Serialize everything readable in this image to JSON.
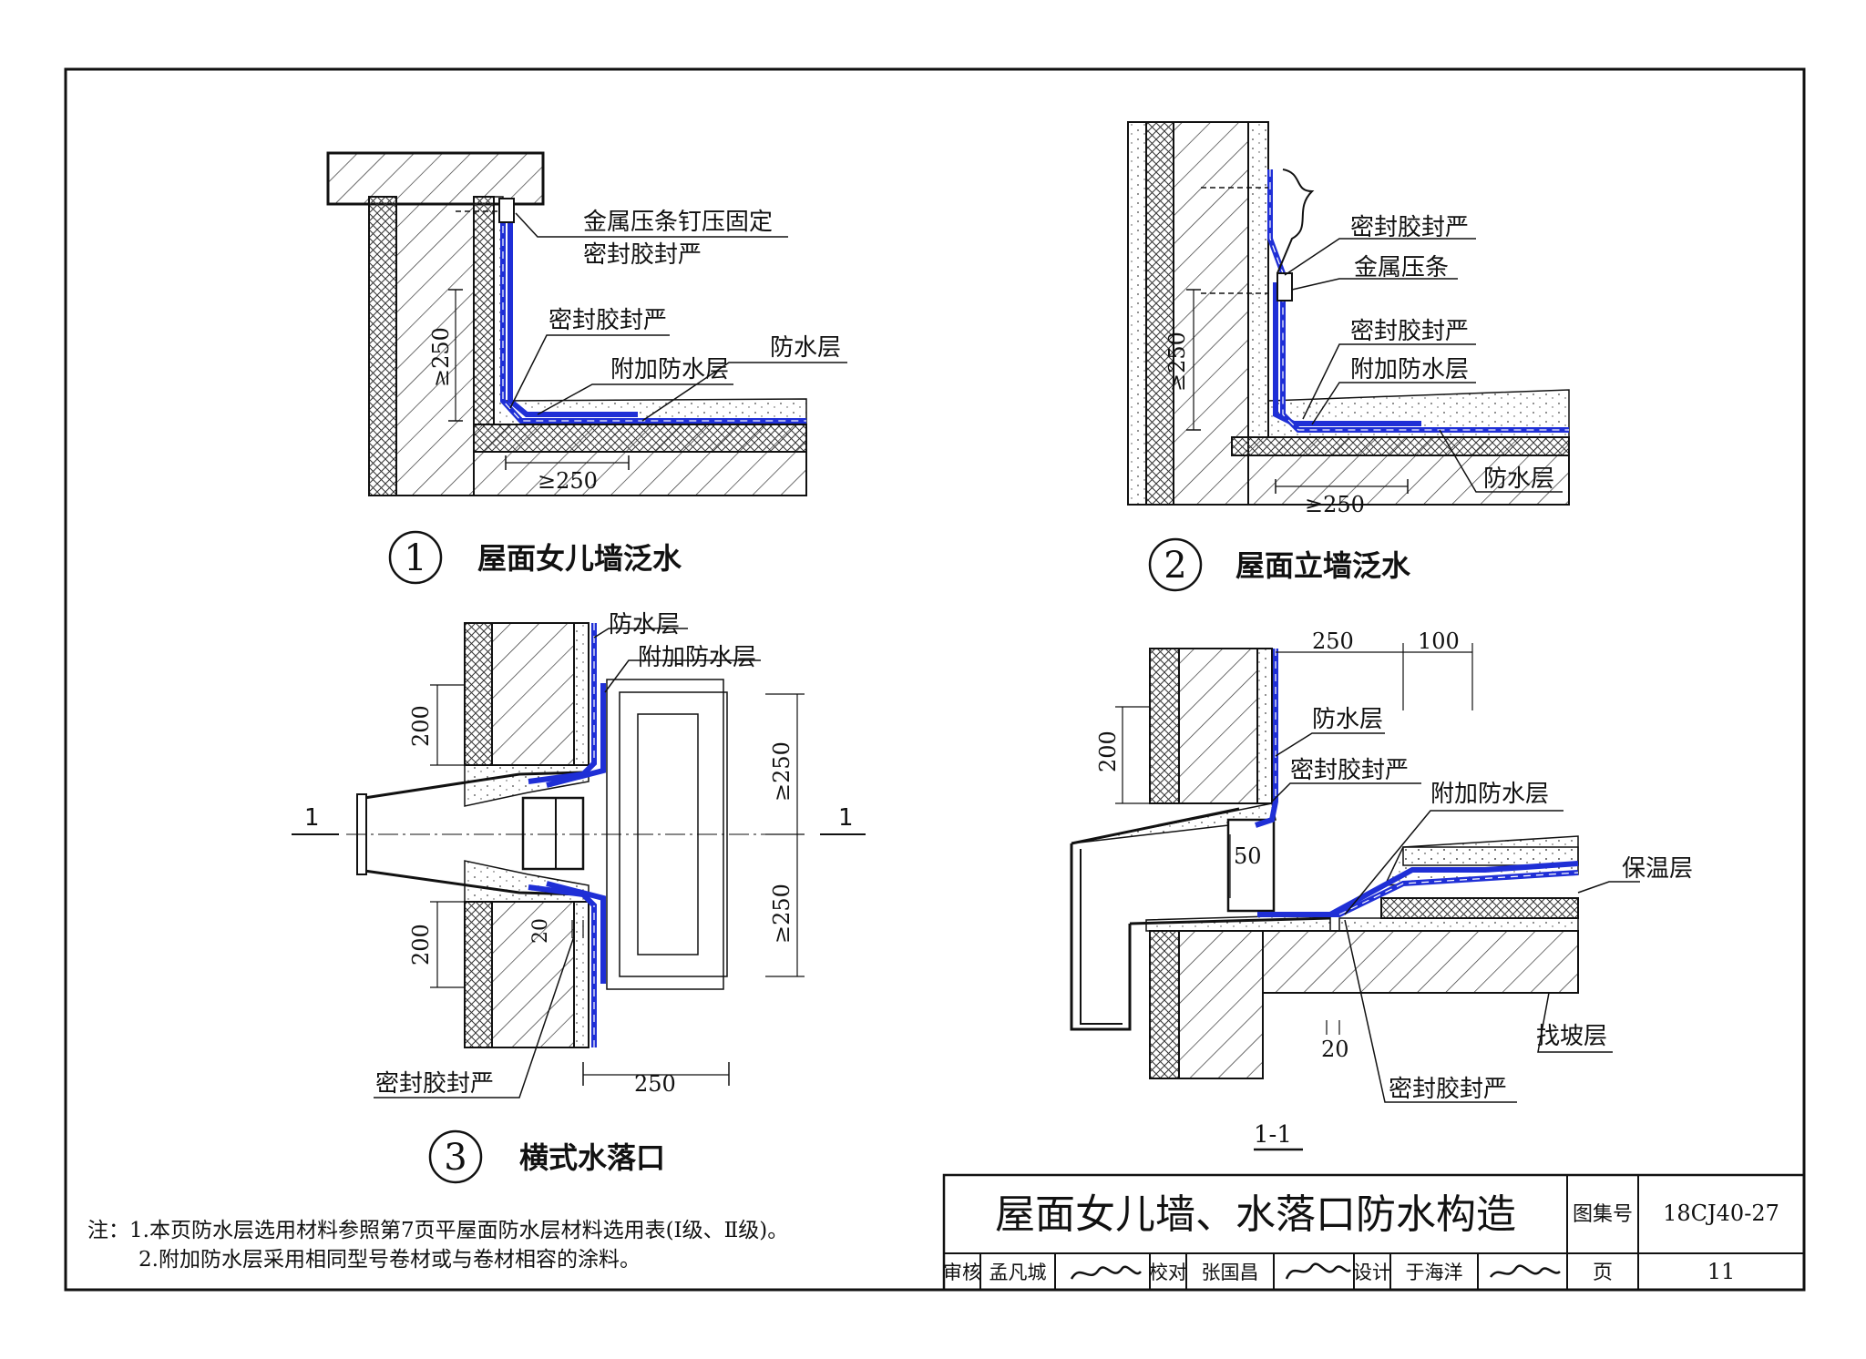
{
  "detail1": {
    "number": "1",
    "title": "屋面女儿墙泛水",
    "labels": [
      "金属压条钉压固定",
      "密封胶封严",
      "密封胶封严",
      "附加防水层",
      "防水层"
    ],
    "dim_vertical": "≥250",
    "dim_horizontal": "≥250"
  },
  "detail2": {
    "number": "2",
    "title": "屋面立墙泛水",
    "labels": [
      "密封胶封严",
      "金属压条",
      "密封胶封严",
      "附加防水层",
      "防水层"
    ],
    "dim_vertical": "≥250",
    "dim_horizontal": "≥250"
  },
  "detail3": {
    "number": "3",
    "title": "横式水落口",
    "labels": [
      "防水层",
      "附加防水层",
      "密封胶封严"
    ],
    "dims": [
      "200",
      "200",
      "≥250",
      "≥250",
      "20",
      "250"
    ],
    "section_mark": "1"
  },
  "section11": {
    "title": "1-1",
    "labels": [
      "防水层",
      "密封胶封严",
      "附加防水层",
      "保温层",
      "找坡层",
      "密封胶封严"
    ],
    "dims": [
      "250",
      "100",
      "200",
      "50",
      "20"
    ]
  },
  "notes": {
    "line1": "注：1.本页防水层选用材料参照第7页平屋面防水层材料选用表(Ⅰ级、Ⅱ级)。",
    "line2": "2.附加防水层采用相同型号卷材或与卷材相容的涂料。"
  },
  "title_block": {
    "title": "屋面女儿墙、水落口防水构造",
    "atlas_label": "图集号",
    "atlas_value": "18CJ40-27",
    "page_label": "页",
    "page_value": "11",
    "review_label": "审核",
    "review_name": "孟凡城",
    "check_label": "校对",
    "check_name": "张国昌",
    "design_label": "设计",
    "design_name": "于海洋"
  },
  "colors": {
    "waterproof": "#1f2fd6",
    "line": "#111111"
  }
}
